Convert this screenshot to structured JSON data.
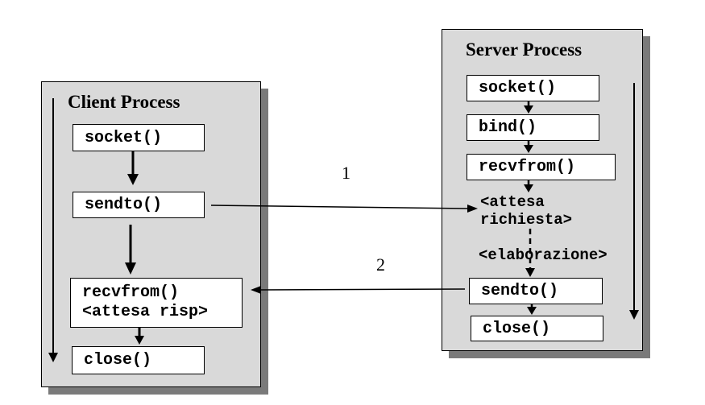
{
  "client": {
    "title": "Client Process",
    "steps": {
      "socket": "socket()",
      "sendto": "sendto()",
      "recvfrom": "recvfrom()",
      "wait_reply": "<attesa risp>",
      "close": "close()"
    }
  },
  "server": {
    "title": "Server Process",
    "steps": {
      "socket": "socket()",
      "bind": "bind()",
      "recvfrom": "recvfrom()",
      "wait_request_1": "<attesa",
      "wait_request_2": "richiesta>",
      "processing": "<elaborazione>",
      "sendto": "sendto()",
      "close": "close()"
    }
  },
  "messages": {
    "request_label": "1",
    "reply_label": "2"
  },
  "colors": {
    "panel": "#d9d9d9",
    "shadow": "#7a7a7a",
    "box": "#ffffff",
    "line": "#000000"
  }
}
